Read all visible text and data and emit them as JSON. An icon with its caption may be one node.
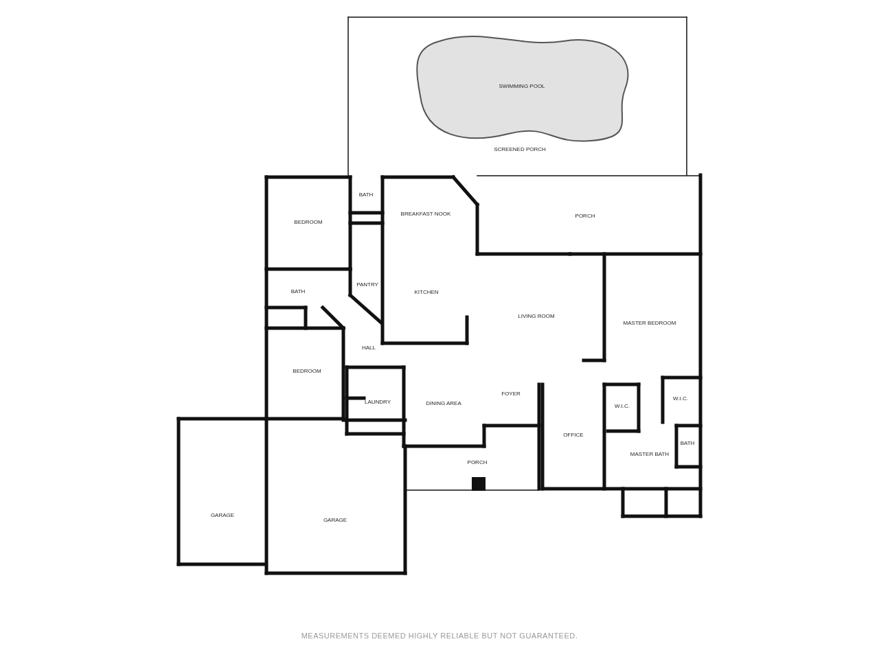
{
  "diagram": {
    "caption": "MEASUREMENTS DEEMED HIGHLY RELIABLE BUT NOT GUARANTEED.",
    "labels": [
      "SWIMMING POOL",
      "SCREENED PORCH",
      "BATH",
      "BREAKFAST NOOK",
      "PORCH",
      "BEDROOM",
      "PANTRY",
      "BATH",
      "KITCHEN",
      "LIVING ROOM",
      "MASTER BEDROOM",
      "HALL",
      "BEDROOM",
      "FOYER",
      "W.I.C.",
      "LAUNDRY",
      "DINING AREA",
      "W.I.C.",
      "OFFICE",
      "BATH",
      "MASTER BATH",
      "PORCH",
      "GARAGE",
      "GARAGE"
    ]
  }
}
